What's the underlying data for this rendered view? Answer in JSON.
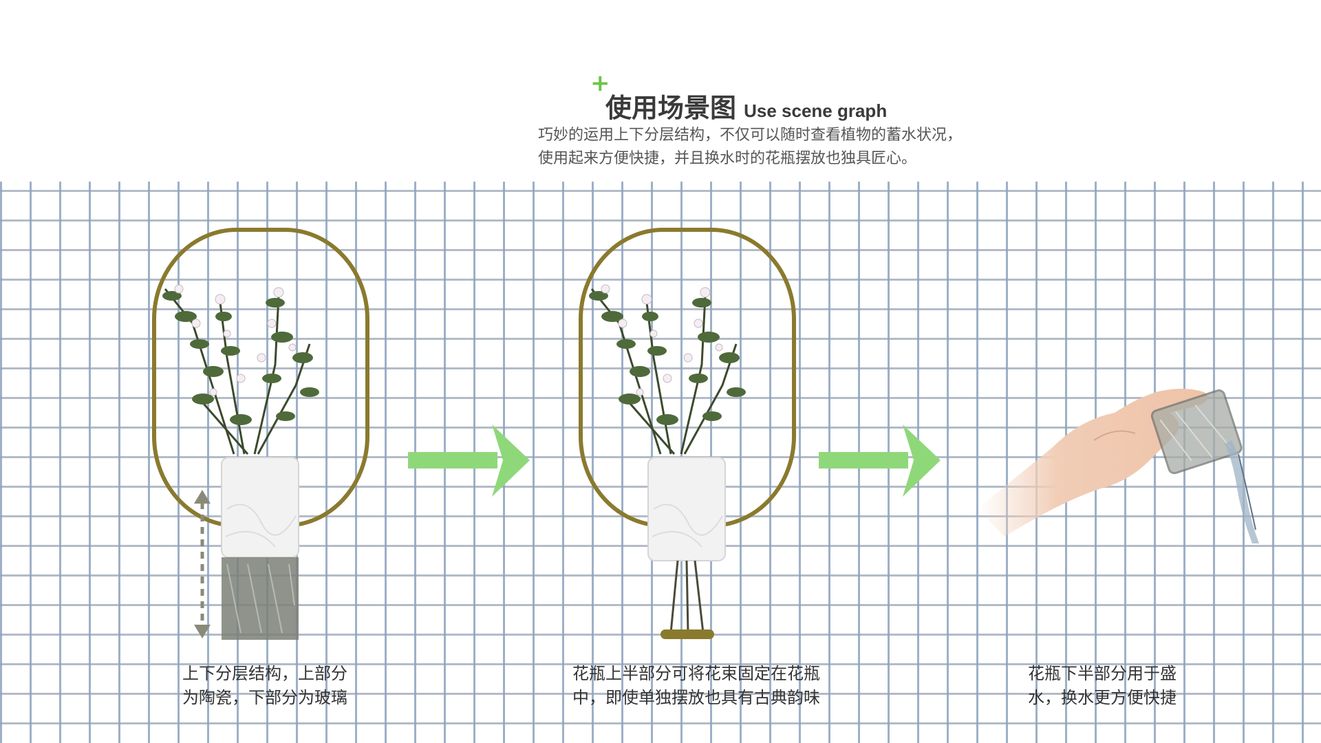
{
  "header": {
    "plus_glyph": "+",
    "title_cn": "使用场景图",
    "title_en": "Use scene graph",
    "desc_line1": "巧妙的运用上下分层结构，不仅可以随时查看植物的蓄水状况，",
    "desc_line2": "使用起来方便快捷，并且换水时的花瓶摆放也独具匠心。"
  },
  "scenes": [
    {
      "caption_line1": "上下分层结构，上部分",
      "caption_line2": "为陶瓷，下部分为玻璃"
    },
    {
      "caption_line1": "花瓶上半部分可将花束固定在花瓶",
      "caption_line2": "中，即使单独摆放也具有古典韵味"
    },
    {
      "caption_line1": "花瓶下半部分用于盛",
      "caption_line2": "水，换水更方便快捷"
    }
  ],
  "colors": {
    "accent_green": "#8fd87a",
    "brass": "#8a7a2e",
    "plus_green": "#6fc44a"
  },
  "icons": {
    "arrow": "right-arrow-icon",
    "double_arrow": "up-down-arrow-icon"
  }
}
